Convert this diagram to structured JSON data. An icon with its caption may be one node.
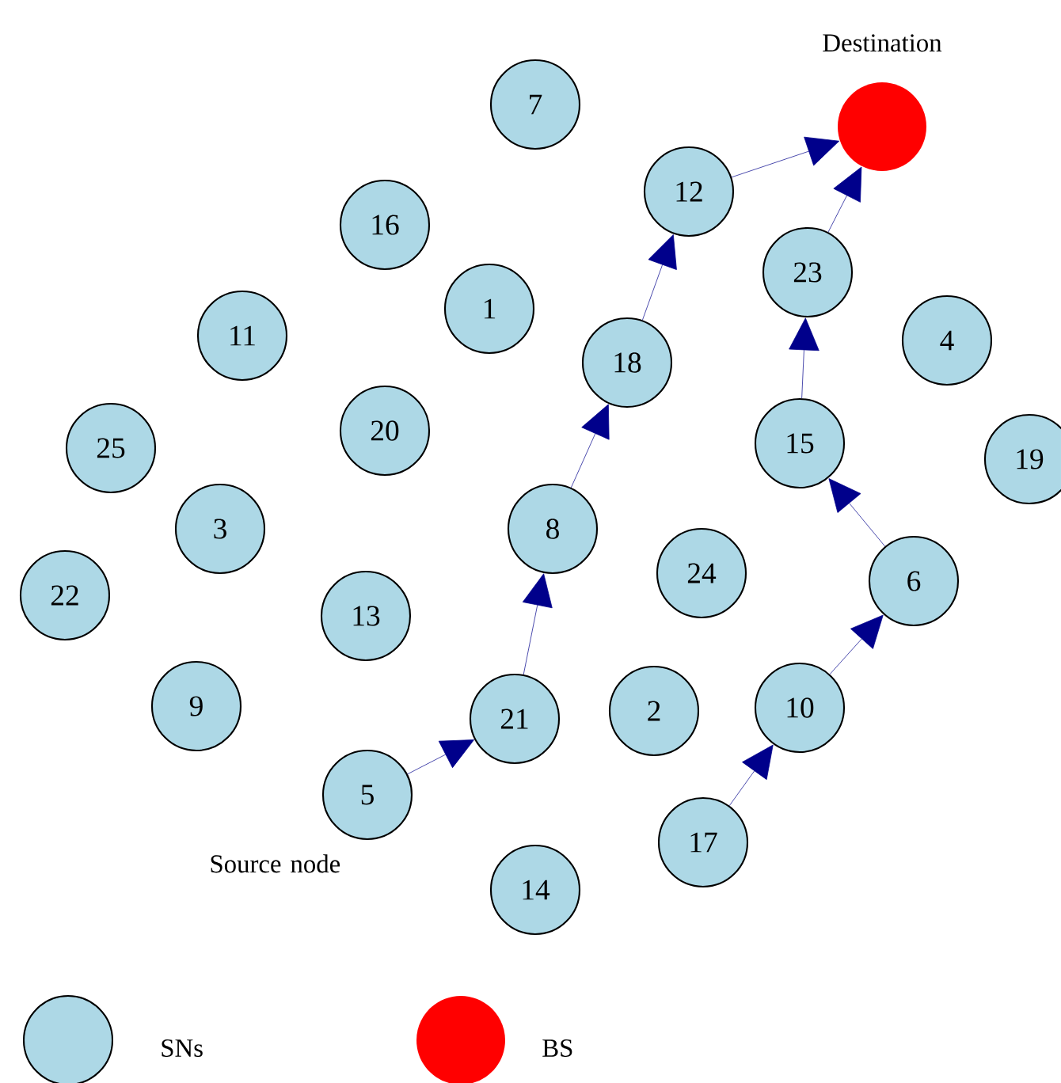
{
  "diagram": {
    "nodes": [
      {
        "text": [
          "Destination"
        ]
      },
      {
        "text": [
          "7"
        ]
      },
      {
        "text": [
          "12"
        ]
      },
      {
        "text": [
          "16"
        ]
      },
      {
        "text": [
          "23"
        ]
      },
      {
        "text": [
          "1"
        ]
      },
      {
        "text": [
          "11"
        ]
      },
      {
        "text": [
          "4"
        ]
      },
      {
        "text": [
          "18"
        ]
      },
      {
        "text": [
          "20"
        ]
      },
      {
        "text": [
          "15"
        ]
      },
      {
        "text": [
          "25"
        ]
      },
      {
        "text": [
          "19"
        ]
      },
      {
        "text": [
          "3"
        ]
      },
      {
        "text": [
          "8"
        ]
      },
      {
        "text": [
          "24"
        ]
      },
      {
        "text": [
          "6"
        ]
      },
      {
        "text": [
          "22"
        ]
      },
      {
        "text": [
          "13"
        ]
      },
      {
        "text": [
          "9"
        ]
      },
      {
        "text": [
          "21"
        ]
      },
      {
        "text": [
          "10"
        ]
      },
      {
        "text": [
          "2"
        ]
      },
      {
        "text": [
          "5"
        ],
        "beside": [
          "Source node"
        ]
      },
      {
        "text": [
          "17"
        ]
      },
      {
        "text": [
          "14"
        ]
      }
    ],
    "edges": [
      {
        "from": 23,
        "to": 20,
        "arrow": "to"
      },
      {
        "from": 20,
        "to": 14,
        "arrow": "to"
      },
      {
        "from": 14,
        "to": 8,
        "arrow": "to"
      },
      {
        "from": 8,
        "to": 2,
        "arrow": "to"
      },
      {
        "from": 2,
        "to": 0,
        "arrow": "to"
      },
      {
        "from": 24,
        "to": 21,
        "arrow": "to"
      },
      {
        "from": 21,
        "to": 16,
        "arrow": "to"
      },
      {
        "from": 16,
        "to": 10,
        "arrow": "to"
      },
      {
        "from": 10,
        "to": 4,
        "arrow": "to"
      },
      {
        "from": 4,
        "to": 0,
        "arrow": "to"
      }
    ],
    "legend": [
      {
        "text": "SNs",
        "color": "#add8e6"
      },
      {
        "text": "BS",
        "color": "#ff0000"
      }
    ]
  }
}
